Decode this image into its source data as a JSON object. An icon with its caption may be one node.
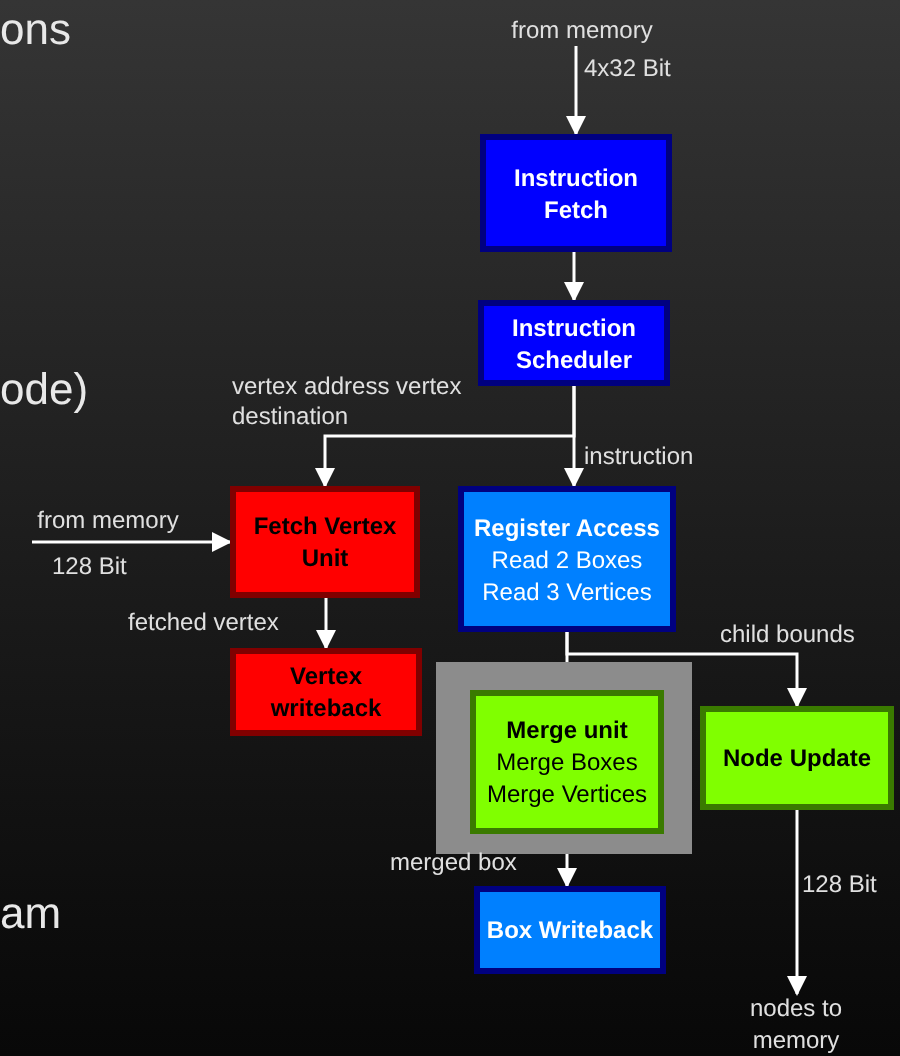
{
  "diagram": {
    "nodes": [
      {
        "text": [
          "from memory"
        ]
      },
      {
        "text": [
          "Instruction Fetch"
        ]
      },
      {
        "text": [
          "Instruction Scheduler"
        ]
      },
      {
        "text": [
          "Fetch Vertex Unit"
        ]
      },
      {
        "text": [
          "Register Access",
          "Read 2 Boxes",
          "Read 3 Vertices"
        ]
      },
      {
        "text": [
          "Vertex writeback"
        ]
      },
      {
        "text": [],
        "shape": "box"
      },
      {
        "text": [
          "Merge unit",
          "Merge Boxes",
          "Merge Vertices"
        ],
        "in": 6
      },
      {
        "text": [
          "Node Update"
        ]
      },
      {
        "text": [
          "Box Writeback"
        ]
      },
      {
        "text": [
          "from memory"
        ]
      },
      {
        "text": [
          "nodes to memory"
        ]
      }
    ],
    "edges": [
      {
        "from": 0,
        "to": 1,
        "arrow": "to",
        "label": "4x32 Bit"
      },
      {
        "from": 1,
        "to": 2,
        "arrow": "to"
      },
      {
        "from": 2,
        "to": 3,
        "arrow": "to",
        "label": "vertex address vertex destination"
      },
      {
        "from": 2,
        "to": 4,
        "arrow": "to",
        "label": "instruction"
      },
      {
        "from": 10,
        "to": 3,
        "arrow": "to",
        "label": "128 Bit"
      },
      {
        "from": 3,
        "to": 5,
        "arrow": "to",
        "label": "fetched vertex"
      },
      {
        "from": 4,
        "to": 7,
        "arrow": "to"
      },
      {
        "from": 4,
        "to": 8,
        "arrow": "to",
        "label": "child bounds"
      },
      {
        "from": 7,
        "to": 9,
        "arrow": "to",
        "label": "merged box"
      },
      {
        "from": 8,
        "to": 11,
        "arrow": "to",
        "label": "128 Bit"
      }
    ],
    "labels": [
      "ons",
      "ode)",
      "am"
    ]
  }
}
